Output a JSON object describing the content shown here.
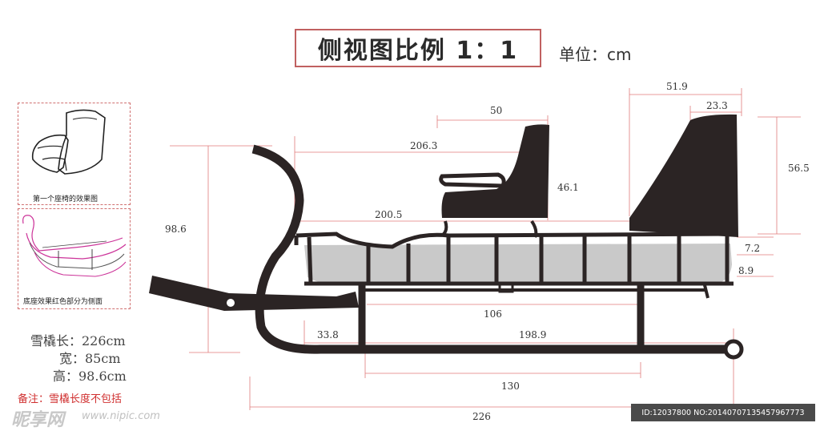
{
  "title": {
    "text": "侧视图比例 1：1",
    "unit": "单位：cm"
  },
  "panels": {
    "seat_caption": "第一个座椅的效果图",
    "base_caption": "底座效果红色部分为侧面"
  },
  "specs": {
    "length": "雪橇长：226cm",
    "width": "宽：85cm",
    "height": "高：98.6cm",
    "note": "备注：雪橇长度不包括"
  },
  "dimensions": {
    "back_depth": "51.9",
    "back_top": "23.3",
    "seat_width": "50",
    "rail_top": "206.3",
    "back_height": "56.5",
    "seat_height": "46.1",
    "overall_height": "98.6",
    "frame_length": "200.5",
    "frame_gap": "7.2",
    "runner_gap": "8.9",
    "leg_span": "106",
    "front_offset": "33.8",
    "runner_length": "198.9",
    "base_span": "130",
    "total_length": "226"
  },
  "watermark": {
    "logo": "昵享网",
    "url": "www.nipic.com",
    "id": "ID:12037800 NO:20140707135457967773"
  },
  "colors": {
    "sled": "#2b2424",
    "tub": "#c9c9c9",
    "dim_line": "#e07a7a",
    "frame_red": "#c06060"
  }
}
